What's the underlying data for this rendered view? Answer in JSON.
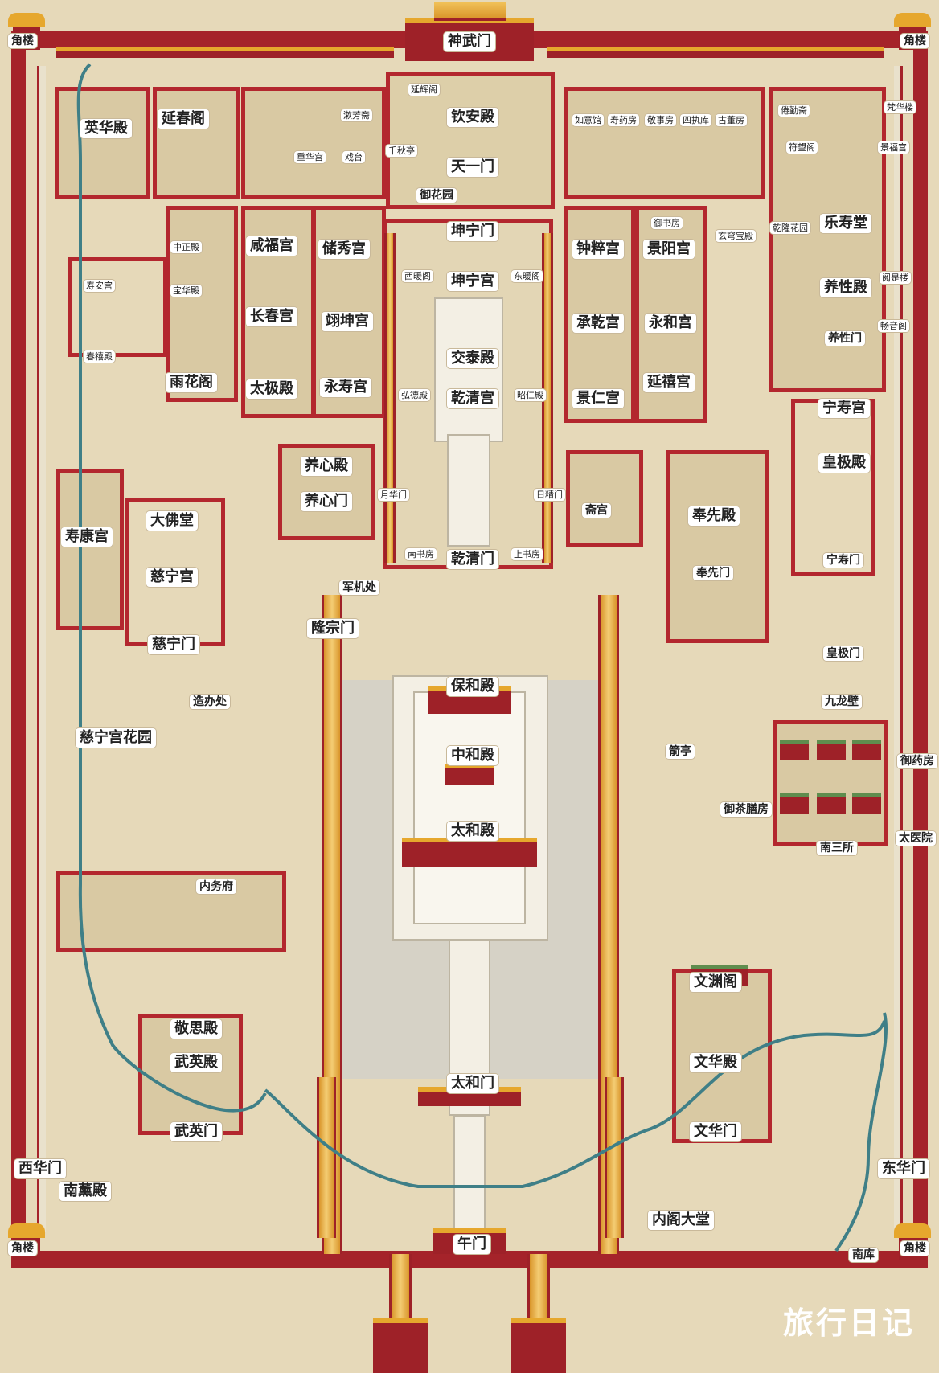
{
  "map_title": "",
  "labels": {
    "jiaolou_nw": "角楼",
    "jiaolou_ne": "角楼",
    "jiaolou_sw": "角楼",
    "jiaolou_se": "角楼",
    "shenwumen": "神武门",
    "yanhuige": "延辉阁",
    "yinghuadian": "英华殿",
    "yanchunge": "延春阁",
    "shufangzhai": "漱芳斋",
    "qinandian": "钦安殿",
    "ruyiguan": "如意馆",
    "shouyaofang": "寿药房",
    "jingshifang": "敬事房",
    "sizhiku": "四执库",
    "gudongfang": "古董房",
    "yiqinzhai": "倦勤斋",
    "fanhualou": "梵华楼",
    "fuwangge": "符望阁",
    "zhuanxugong": "景福宫",
    "chonghuagong": "重华宫",
    "xitai": "戏台",
    "qianqiuting": "千秋亭",
    "tianyimen": "天一门",
    "yuhuayuan": "御花园",
    "kunningmen": "坤宁门",
    "yushufang": "御书房",
    "xuanqiongbaodian": "玄穹宝殿",
    "qianlonghuayuan": "乾隆花园",
    "leshoutang": "乐寿堂",
    "zhongzhengdian": "中正殿",
    "xianfugong": "咸福宫",
    "chuxiugong": "储秀宫",
    "zhongcuigong": "钟粹宫",
    "jingyanggong": "景阳宫",
    "xinuange": "西暖阁",
    "kunninggong": "坤宁宫",
    "dongnuange": "东暖阁",
    "yangxingdian": "养性殿",
    "shouangong": "寿安宫",
    "baohuadian": "宝华殿",
    "changchungong": "长春宫",
    "yikungong": "翊坤宫",
    "chengqiangong": "承乾宫",
    "yonghegong": "永和宫",
    "yueshilou": "阅是楼",
    "changyinge": "畅音阁",
    "yangxingmen": "养性门",
    "chunxidian": "春禧殿",
    "yuhuage": "雨花阁",
    "taijidian": "太极殿",
    "yongshougong": "永寿宫",
    "jiaotaidian": "交泰殿",
    "hongdedian": "弘德殿",
    "qianqinggong": "乾清宫",
    "zhaorendian": "昭仁殿",
    "jingrengong": "景仁宫",
    "yanxigong": "延禧宫",
    "ningshougong": "宁寿宫",
    "yangxindian": "养心殿",
    "yangxinmen": "养心门",
    "huangjidian": "皇极殿",
    "yuehuamen": "月华门",
    "rijingmen": "日精门",
    "shoukanggong": "寿康宫",
    "dafotang": "大佛堂",
    "zhaigong": "斋宫",
    "fengxiandian": "奉先殿",
    "cininggong": "慈宁宫",
    "nanshufang": "南书房",
    "qianqingmen": "乾清门",
    "shangshufang": "上书房",
    "ningshoumen": "宁寿门",
    "junjichu": "军机处",
    "fengxianmen": "奉先门",
    "longzongmen": "隆宗门",
    "ciningmen": "慈宁门",
    "huangjimen": "皇极门",
    "baohedian": "保和殿",
    "zaobanchu": "造办处",
    "jiulongbi": "九龙壁",
    "zhonghedian": "中和殿",
    "jianting": "箭亭",
    "yuyaofang": "御药房",
    "ciningonghuayuan": "慈宁宫花园",
    "yuchashanfang": "御茶膳房",
    "taihedian": "太和殿",
    "nansansuo": "南三所",
    "taiyiyuan": "太医院",
    "neiwufu": "内务府",
    "wenyuange": "文渊阁",
    "jingsidian": "敬思殿",
    "wuyingdian": "武英殿",
    "wenhuadian": "文华殿",
    "taihemen": "太和门",
    "wuyingmen": "武英门",
    "wenhuamen": "文华门",
    "xihuamen": "西华门",
    "donghuamen": "东华门",
    "nanxundian": "南薰殿",
    "neigedatang": "内阁大堂",
    "wumen": "午门",
    "nanku": "南库"
  },
  "watermark": "旅行日记",
  "colors": {
    "wall": "#a5232a",
    "roof": "#e6a72d",
    "ground": "#e6d9b9",
    "plaza": "#d6d2c6",
    "moat": "#3f7f87"
  }
}
